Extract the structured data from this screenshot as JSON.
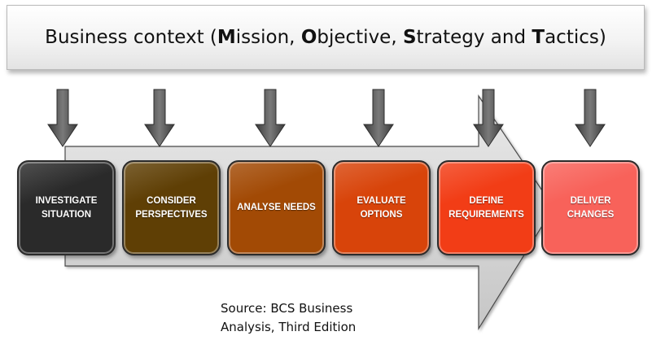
{
  "context": {
    "prefix": "Business context (",
    "parts": [
      {
        "initial": "M",
        "rest": "ission, "
      },
      {
        "initial": "O",
        "rest": "bjective, "
      },
      {
        "initial": "S",
        "rest": "trategy and "
      },
      {
        "initial": "T",
        "rest": "actics)"
      }
    ]
  },
  "stages": [
    {
      "label": "INVESTIGATE SITUATION",
      "color": "#2a2a2a"
    },
    {
      "label": "CONSIDER PERSPECTIVES",
      "color": "#5f3f05"
    },
    {
      "label": "ANALYSE NEEDS",
      "color": "#a24a05"
    },
    {
      "label": "EVALUATE OPTIONS",
      "color": "#d8440a"
    },
    {
      "label": "DEFINE REQUIREMENTS",
      "color": "#f23d16"
    },
    {
      "label": "DELIVER CHANGES",
      "color": "#f8625a"
    }
  ],
  "source": {
    "line1": "Source: BCS Business",
    "line2": "Analysis, Third Edition"
  }
}
